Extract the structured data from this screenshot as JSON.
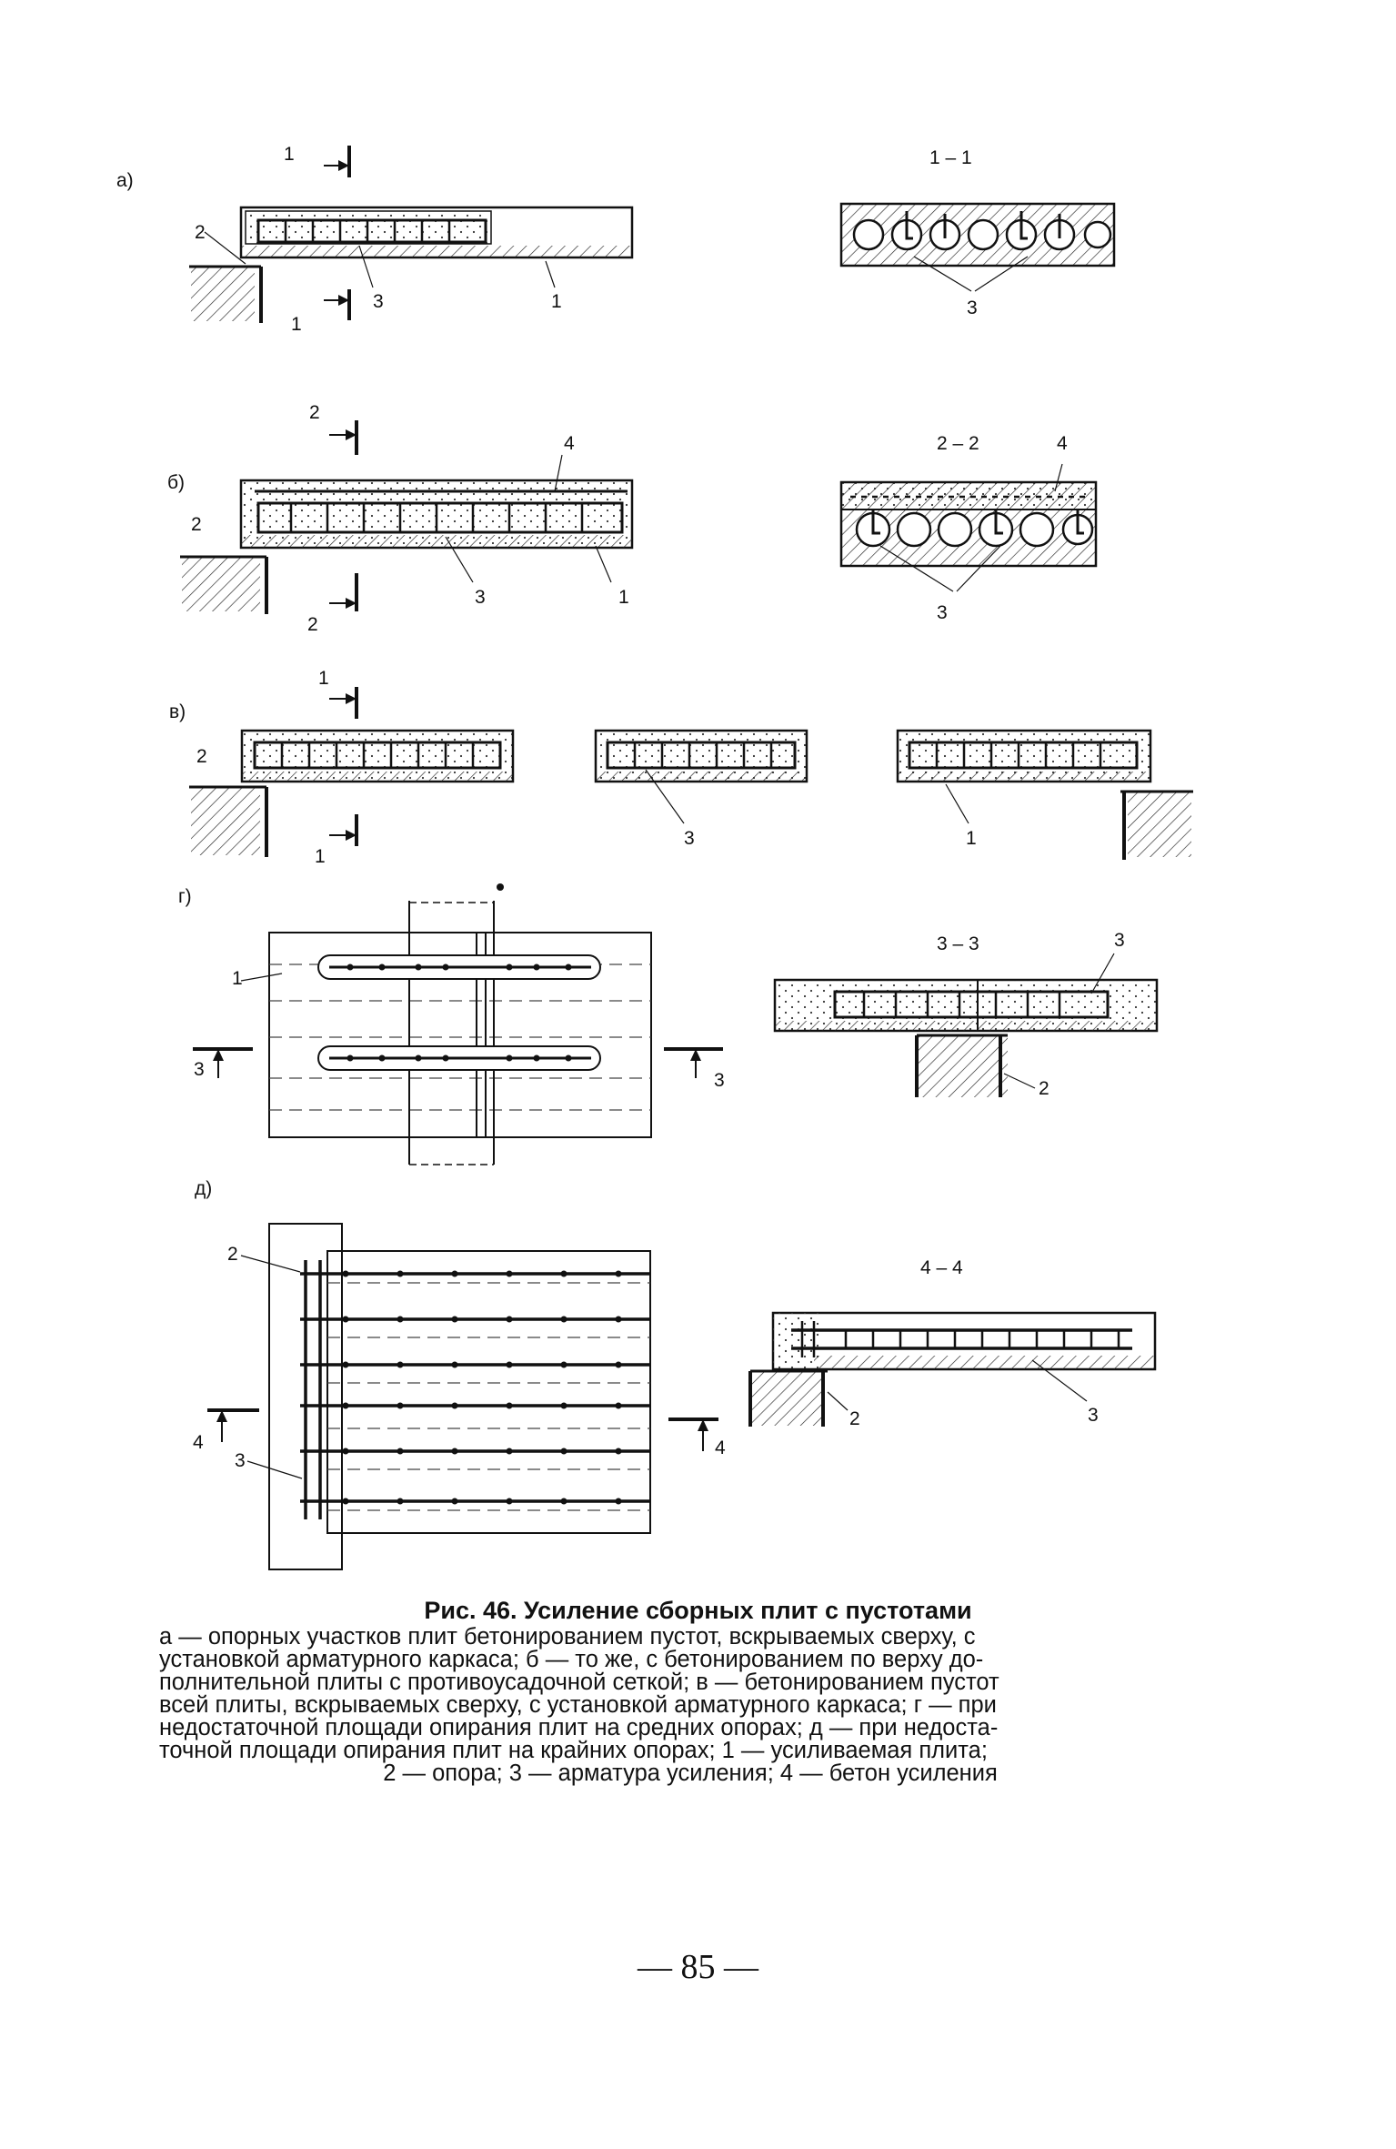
{
  "panels": {
    "a": {
      "letter": "а)",
      "section": "1 – 1",
      "labels": [
        "1",
        "1",
        "2",
        "3",
        "1",
        "3"
      ]
    },
    "b": {
      "letter": "б)",
      "section": "2 – 2",
      "labels": [
        "2",
        "2",
        "2",
        "3",
        "1",
        "4",
        "4",
        "3"
      ]
    },
    "v": {
      "letter": "в)",
      "labels": [
        "1",
        "1",
        "2",
        "3",
        "1"
      ]
    },
    "g": {
      "letter": "г)",
      "section": "3 – 3",
      "labels": [
        "1",
        "3",
        "3",
        "3",
        "2"
      ]
    },
    "d": {
      "letter": "д)",
      "section": "4 – 4",
      "labels": [
        "2",
        "4",
        "3",
        "4",
        "2",
        "3"
      ]
    }
  },
  "caption": {
    "title": "Рис. 46. Усиление сборных плит с пустотами",
    "lines": [
      "а — опорных участков плит бетонированием пустот, вскрываемых сверху, с",
      "установкой арматурного каркаса; б — то же, с бетонированием по верху до-",
      "полнительной плиты с противоусадочной сеткой; в — бетонированием пустот",
      "всей плиты, вскрываемых сверху, с установкой арматурного каркаса; г — при",
      "недостаточной площади опирания плит на средних опорах; д — при недоста-",
      "точной площади опирания плит на крайних опорах; 1 — усиливаемая плита;",
      "2 — опора; 3 — арматура усиления; 4 — бетон усиления"
    ]
  },
  "page_number": "— 85 —"
}
